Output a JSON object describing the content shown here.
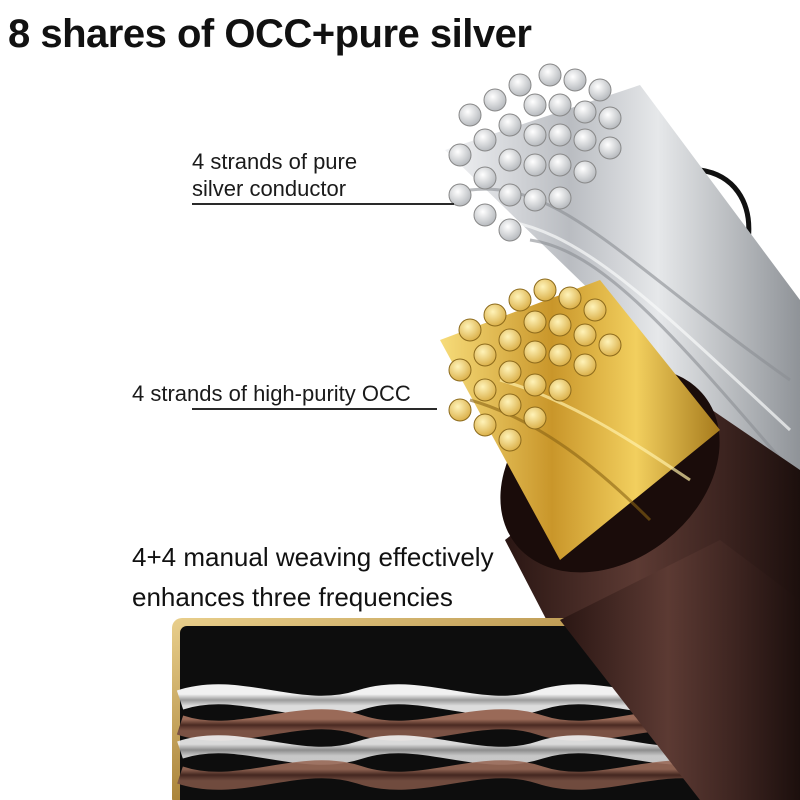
{
  "title": "8 shares of OCC+pure silver",
  "callouts": {
    "silver": {
      "line1": "4 strands of pure",
      "line2": "silver conductor"
    },
    "occ": {
      "line1": "4 strands of high-purity OCC"
    }
  },
  "weaving": {
    "line1": "4+4 manual weaving effectively",
    "line2": "enhances three frequencies"
  },
  "colors": {
    "silver": "#c9ccd0",
    "gold": "#d9b13a",
    "jacket": "#4a2a24",
    "panel_frame": "#c6a35a",
    "panel_bg": "#0d0d0d"
  },
  "icons": {
    "silver_bundle": "silver-strand-bundle-icon",
    "occ_bundle": "occ-strand-bundle-icon",
    "jacket": "cable-jacket-icon",
    "braid": "braided-cable-icon"
  }
}
